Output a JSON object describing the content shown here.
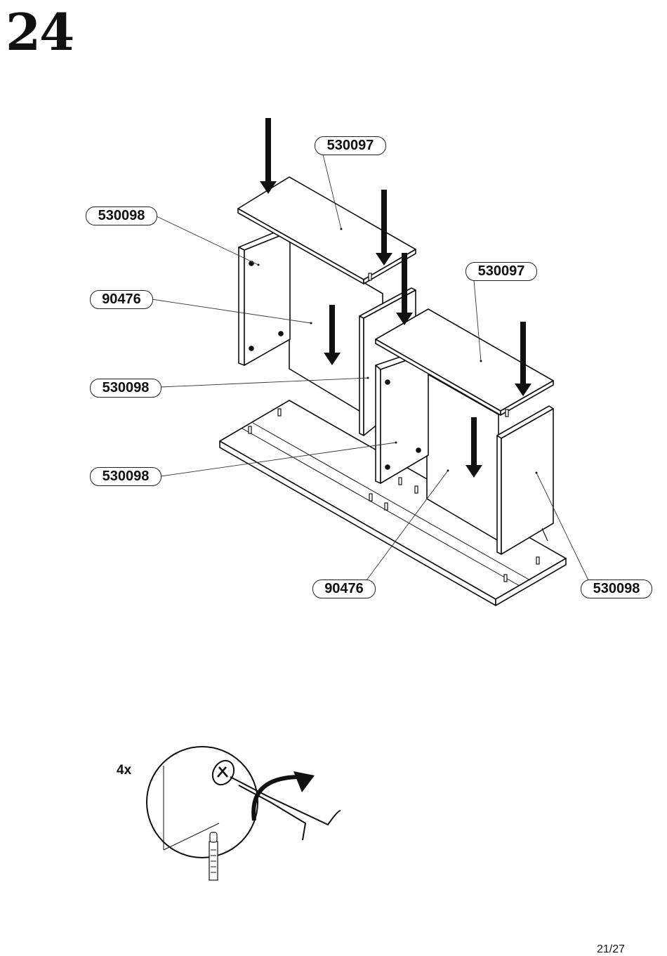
{
  "step": {
    "number": "24"
  },
  "callouts": [
    {
      "id": "top-panel-left",
      "text": "530097"
    },
    {
      "id": "side-panel-left-outer",
      "text": "530098"
    },
    {
      "id": "back-panel-left",
      "text": "90476"
    },
    {
      "id": "side-panel-left-inner",
      "text": "530098"
    },
    {
      "id": "bottom-panel",
      "text": "530098"
    },
    {
      "id": "top-panel-right",
      "text": "530097"
    },
    {
      "id": "back-panel-right",
      "text": "90476"
    },
    {
      "id": "side-panel-right-outer",
      "text": "530098"
    }
  ],
  "detail": {
    "quantity_label": "4x"
  },
  "footer": {
    "page_number": "21/27"
  }
}
